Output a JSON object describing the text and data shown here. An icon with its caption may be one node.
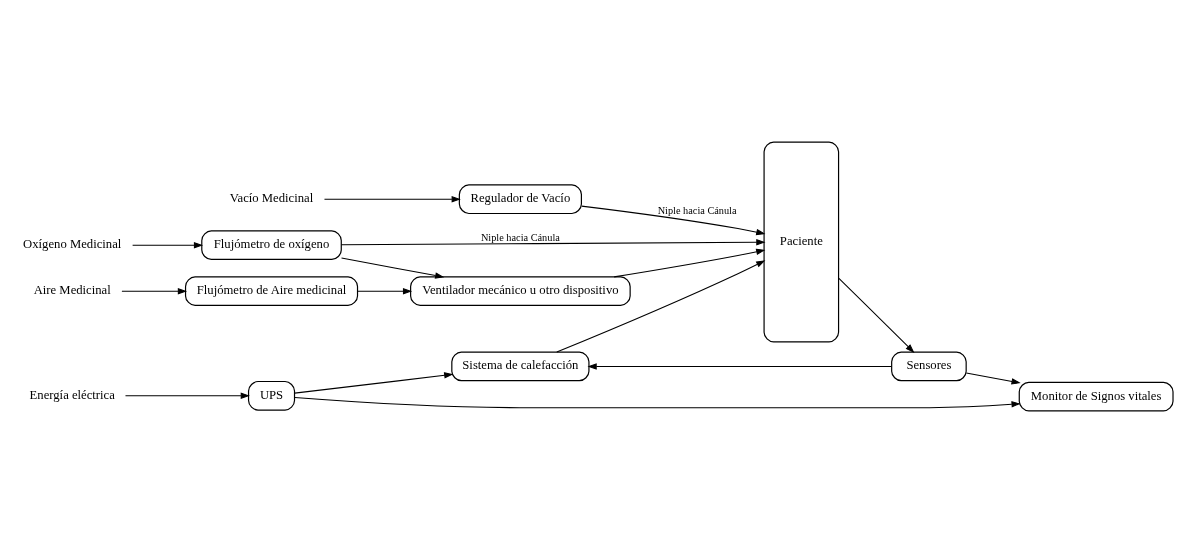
{
  "diagram": {
    "nodes": [
      {
        "text": [
          "Sistema de calefacción"
        ]
      },
      {
        "text": [
          "Energía eléctrica"
        ]
      },
      {
        "text": [
          "UPS"
        ]
      },
      {
        "text": [
          "Monitor de Signos vitales"
        ]
      },
      {
        "text": [
          "Sensores"
        ]
      },
      {
        "text": [
          "Paciente"
        ]
      },
      {
        "text": [
          "Oxígeno Medicinal"
        ]
      },
      {
        "text": [
          "Flujómetro de oxígeno"
        ]
      },
      {
        "text": [
          "Aire Medicinal"
        ]
      },
      {
        "text": [
          "Flujómetro de Aire medicinal"
        ]
      },
      {
        "text": [
          "Ventilador mecánico u otro dispositivo"
        ]
      },
      {
        "text": [
          "Vacío Medicinal"
        ]
      },
      {
        "text": [
          "Regulador de Vacío"
        ]
      }
    ],
    "edges": [
      {
        "from": 1,
        "to": 2,
        "arrow": "to"
      },
      {
        "from": 2,
        "to": 0,
        "arrow": "to"
      },
      {
        "from": 2,
        "to": 3,
        "arrow": "to"
      },
      {
        "from": 0,
        "to": 5,
        "arrow": "to"
      },
      {
        "from": 4,
        "to": 0,
        "arrow": "to"
      },
      {
        "from": 4,
        "to": 3,
        "arrow": "to"
      },
      {
        "from": 5,
        "to": 4,
        "arrow": "to"
      },
      {
        "from": 6,
        "to": 7,
        "arrow": "to"
      },
      {
        "from": 7,
        "to": 5,
        "arrow": "to",
        "label": "Niple hacia Cánula"
      },
      {
        "from": 7,
        "to": 10,
        "arrow": "to"
      },
      {
        "from": 8,
        "to": 9,
        "arrow": "to"
      },
      {
        "from": 9,
        "to": 10,
        "arrow": "to"
      },
      {
        "from": 10,
        "to": 5,
        "arrow": "to"
      },
      {
        "from": 11,
        "to": 12,
        "arrow": "to"
      },
      {
        "from": 12,
        "to": 5,
        "arrow": "to",
        "label": "Niple hacia Cánula"
      }
    ]
  }
}
